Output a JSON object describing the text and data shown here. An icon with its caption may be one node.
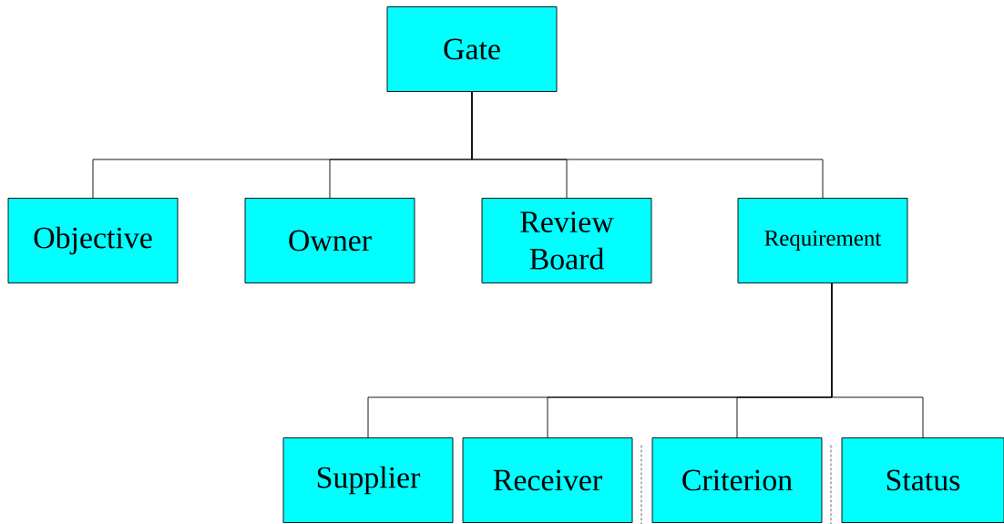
{
  "diagram": {
    "nodes": [
      {
        "text": [
          "Gate"
        ]
      },
      {
        "text": [
          "Objective"
        ]
      },
      {
        "text": [
          "Owner"
        ]
      },
      {
        "text": [
          "Review Board"
        ]
      },
      {
        "text": [
          "Requirement"
        ]
      },
      {
        "text": [
          "Supplier"
        ]
      },
      {
        "text": [
          "Receiver"
        ]
      },
      {
        "text": [
          "Criterion"
        ]
      },
      {
        "text": [
          "Status"
        ]
      }
    ],
    "edges": [
      {
        "from": 0,
        "to": 1,
        "arrow": "none"
      },
      {
        "from": 0,
        "to": 2,
        "arrow": "none"
      },
      {
        "from": 0,
        "to": 3,
        "arrow": "none"
      },
      {
        "from": 0,
        "to": 4,
        "arrow": "none"
      },
      {
        "from": 4,
        "to": 5,
        "arrow": "none"
      },
      {
        "from": 4,
        "to": 6,
        "arrow": "none"
      },
      {
        "from": 4,
        "to": 7,
        "arrow": "none"
      },
      {
        "from": 4,
        "to": 8,
        "arrow": "none"
      }
    ]
  }
}
